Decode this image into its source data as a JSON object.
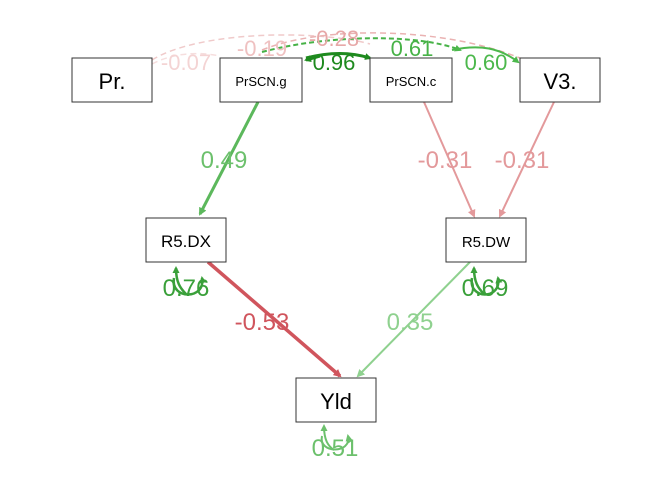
{
  "nodes": {
    "pr": {
      "label": "Pr."
    },
    "prscn_g": {
      "label": "PrSCN.g"
    },
    "prscn_c": {
      "label": "PrSCN.c"
    },
    "v3": {
      "label": "V3."
    },
    "r5dx": {
      "label": "R5.DX"
    },
    "r5dw": {
      "label": "R5.DW"
    },
    "yld": {
      "label": "Yld"
    }
  },
  "edges": {
    "prscn_g_r5dx": {
      "label": "0.49",
      "color": "#5cb85c"
    },
    "prscn_c_r5dw": {
      "label": "-0.31",
      "color": "#e3999b"
    },
    "v3_r5dw": {
      "label": "-0.31",
      "color": "#e3999b"
    },
    "r5dx_yld": {
      "label": "-0.53",
      "color": "#d0555d"
    },
    "r5dw_yld": {
      "label": "0.35",
      "color": "#8fd18f"
    },
    "r5dx_var": {
      "label": "0.76",
      "color": "#3aa03a"
    },
    "r5dw_var": {
      "label": "0.69",
      "color": "#3aa03a"
    },
    "yld_var": {
      "label": "0.51",
      "color": "#6cc06c"
    },
    "pr_prscn_g": {
      "label": "-0.07",
      "color": "#f6dede"
    },
    "pr_prscn_c": {
      "label": "-0.19",
      "color": "#f0caca"
    },
    "prscn_g_v3": {
      "label": "-0.28",
      "color": "#eab2b2"
    },
    "prscn_g_prscn_c": {
      "label": "0.96",
      "color": "#1e8a1e"
    },
    "prscn_c_v3": {
      "label": "0.60",
      "color": "#4cb84c"
    },
    "prscn_g_v3_pos": {
      "label": "0.61",
      "color": "#47b247"
    }
  }
}
